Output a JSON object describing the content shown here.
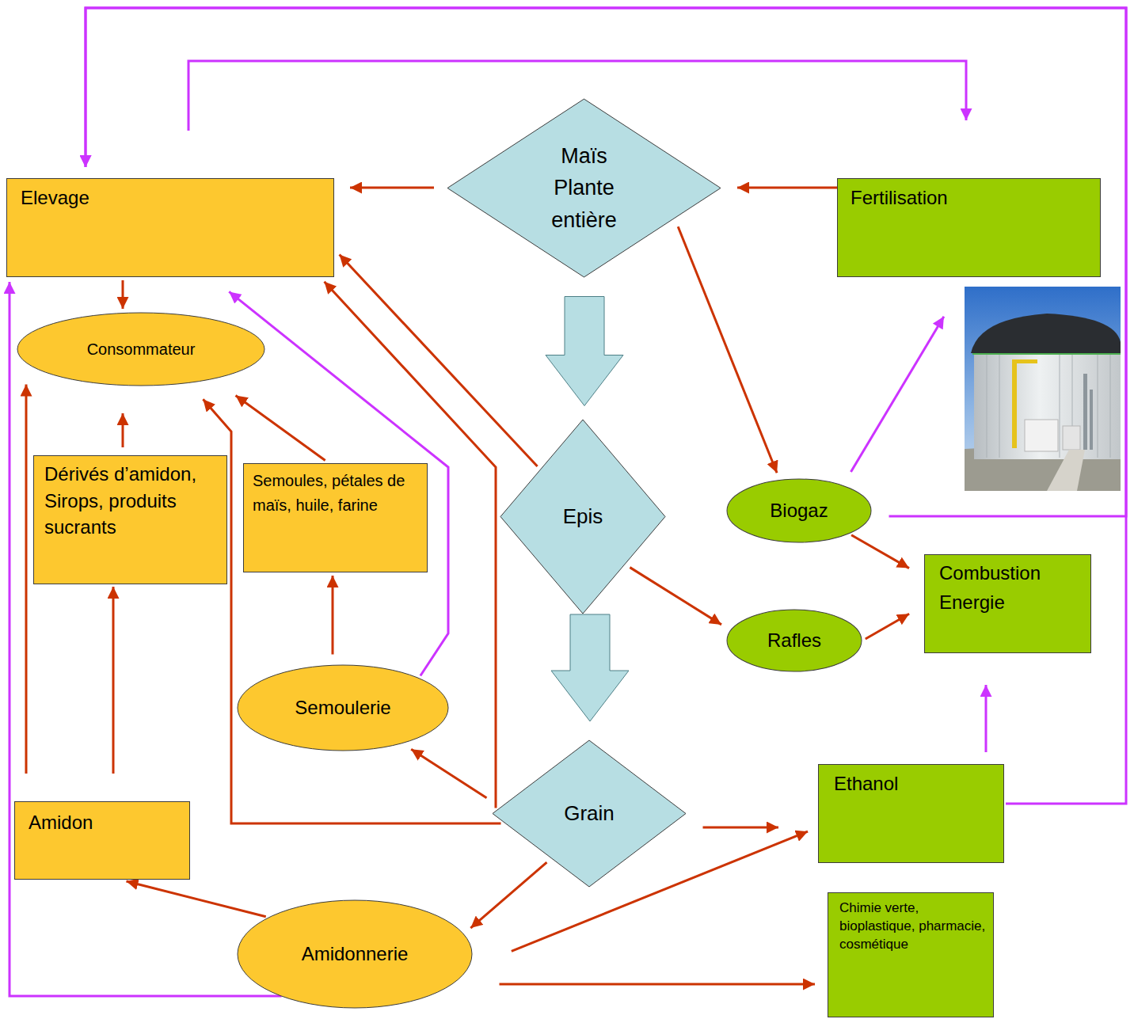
{
  "diagram": {
    "nodes": [
      {
        "text": [
          "Maïs Plante entière"
        ]
      },
      {
        "text": [
          "Elevage"
        ]
      },
      {
        "text": [
          "Fertilisation"
        ]
      },
      {
        "text": [
          "Consommateur"
        ]
      },
      {
        "text": [
          "Dérivés d’amidon, Sirops, produits sucrants"
        ]
      },
      {
        "text": [
          "Semoules, pétales de maïs, huile, farine"
        ]
      },
      {
        "text": [
          "Epis"
        ]
      },
      {
        "text": [
          "Biogaz"
        ]
      },
      {
        "text": [
          "Combustion Energie"
        ]
      },
      {
        "text": [
          "Rafles"
        ]
      },
      {
        "text": [
          "Semoulerie"
        ]
      },
      {
        "text": [
          "Grain"
        ]
      },
      {
        "text": [
          "Ethanol"
        ]
      },
      {
        "text": [
          "Amidon"
        ]
      },
      {
        "text": [
          "Amidonnerie"
        ]
      },
      {
        "text": [
          "Chimie verte, bioplastique, pharmacie, cosmétique"
        ]
      }
    ],
    "edges": [
      {
        "from": 0,
        "to": 1,
        "arrow": "to"
      },
      {
        "from": 2,
        "to": 0,
        "arrow": "to"
      },
      {
        "from": 0,
        "to": 7,
        "arrow": "to"
      },
      {
        "from": 0,
        "to": 6,
        "arrow": "to"
      },
      {
        "from": 1,
        "to": 3,
        "arrow": "to"
      },
      {
        "from": 6,
        "to": 1,
        "arrow": "to"
      },
      {
        "from": 11,
        "to": 1,
        "arrow": "to"
      },
      {
        "from": 11,
        "to": 3,
        "arrow": "to"
      },
      {
        "from": 4,
        "to": 3,
        "arrow": "to"
      },
      {
        "from": 5,
        "to": 3,
        "arrow": "to"
      },
      {
        "from": 13,
        "to": 3,
        "arrow": "to"
      },
      {
        "from": 13,
        "to": 4,
        "arrow": "to"
      },
      {
        "from": 10,
        "to": 5,
        "arrow": "to"
      },
      {
        "from": 11,
        "to": 10,
        "arrow": "to"
      },
      {
        "from": 6,
        "to": 11,
        "arrow": "to"
      },
      {
        "from": 6,
        "to": 9,
        "arrow": "to"
      },
      {
        "from": 7,
        "to": 8,
        "arrow": "to"
      },
      {
        "from": 9,
        "to": 8,
        "arrow": "to"
      },
      {
        "from": 11,
        "to": 12,
        "arrow": "to"
      },
      {
        "from": 11,
        "to": 14,
        "arrow": "to"
      },
      {
        "from": 14,
        "to": 13,
        "arrow": "to"
      },
      {
        "from": 14,
        "to": 12,
        "arrow": "to"
      },
      {
        "from": 14,
        "to": 15,
        "arrow": "to"
      },
      {
        "from": 12,
        "to": 1,
        "arrow": "to"
      },
      {
        "from": 7,
        "to": 1,
        "arrow": "to"
      },
      {
        "from": 1,
        "to": 2,
        "arrow": "to"
      },
      {
        "from": 10,
        "to": 1,
        "arrow": "to"
      },
      {
        "from": 7,
        "to": 2,
        "arrow": "to"
      },
      {
        "from": 12,
        "to": 8,
        "arrow": "to"
      },
      {
        "from": 14,
        "to": 1,
        "arrow": "to"
      }
    ]
  }
}
